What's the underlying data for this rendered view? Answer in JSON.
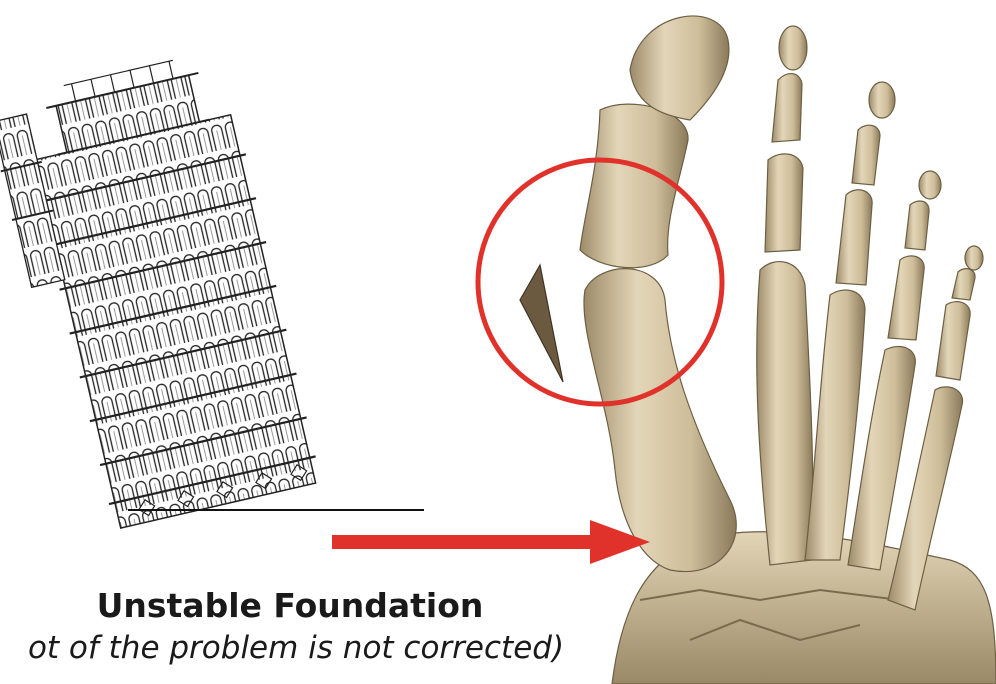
{
  "caption": {
    "title": "Unstable Foundation",
    "subtitle": "ot of the problem is not corrected)"
  },
  "colors": {
    "accent_red": "#e0322b",
    "bone": "#d8c9a8",
    "bone_shadow": "#8f7f5f",
    "ink": "#1a1a1a"
  },
  "illustrations": {
    "left": "leaning-tower-of-pisa line drawing",
    "right": "foot skeleton with highlighted first metatarsal joint"
  }
}
